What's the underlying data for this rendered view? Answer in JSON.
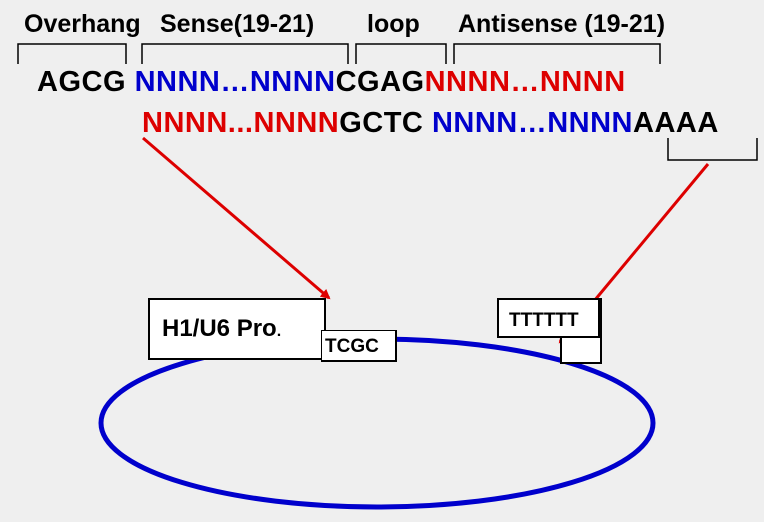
{
  "headers": {
    "overhang": "Overhang",
    "sense": "Sense(19-21)",
    "loop": "loop",
    "antisense": "Antisense (19-21)"
  },
  "top_strand": {
    "overhang": "AGCG",
    "sense": "NNNN…NNNN",
    "loop": "CGAG",
    "antisense": "NNNN…NNNN"
  },
  "bottom_strand": {
    "sense_comp": "NNNN...NNNN",
    "loop_comp": "GCTC",
    "antisense_comp": "NNNN…NNNN",
    "tail": "AAAA"
  },
  "plasmid": {
    "promoter": "H1/U6 Pro",
    "promoter_dot": ".",
    "sticky_end": "TCGC",
    "terminator": "TTTTTT"
  },
  "colors": {
    "sense": "#0000cc",
    "antisense": "#dd0000",
    "plasmid_ring": "#0000cc",
    "arrow": "#dd0000",
    "background": "#efefef"
  }
}
